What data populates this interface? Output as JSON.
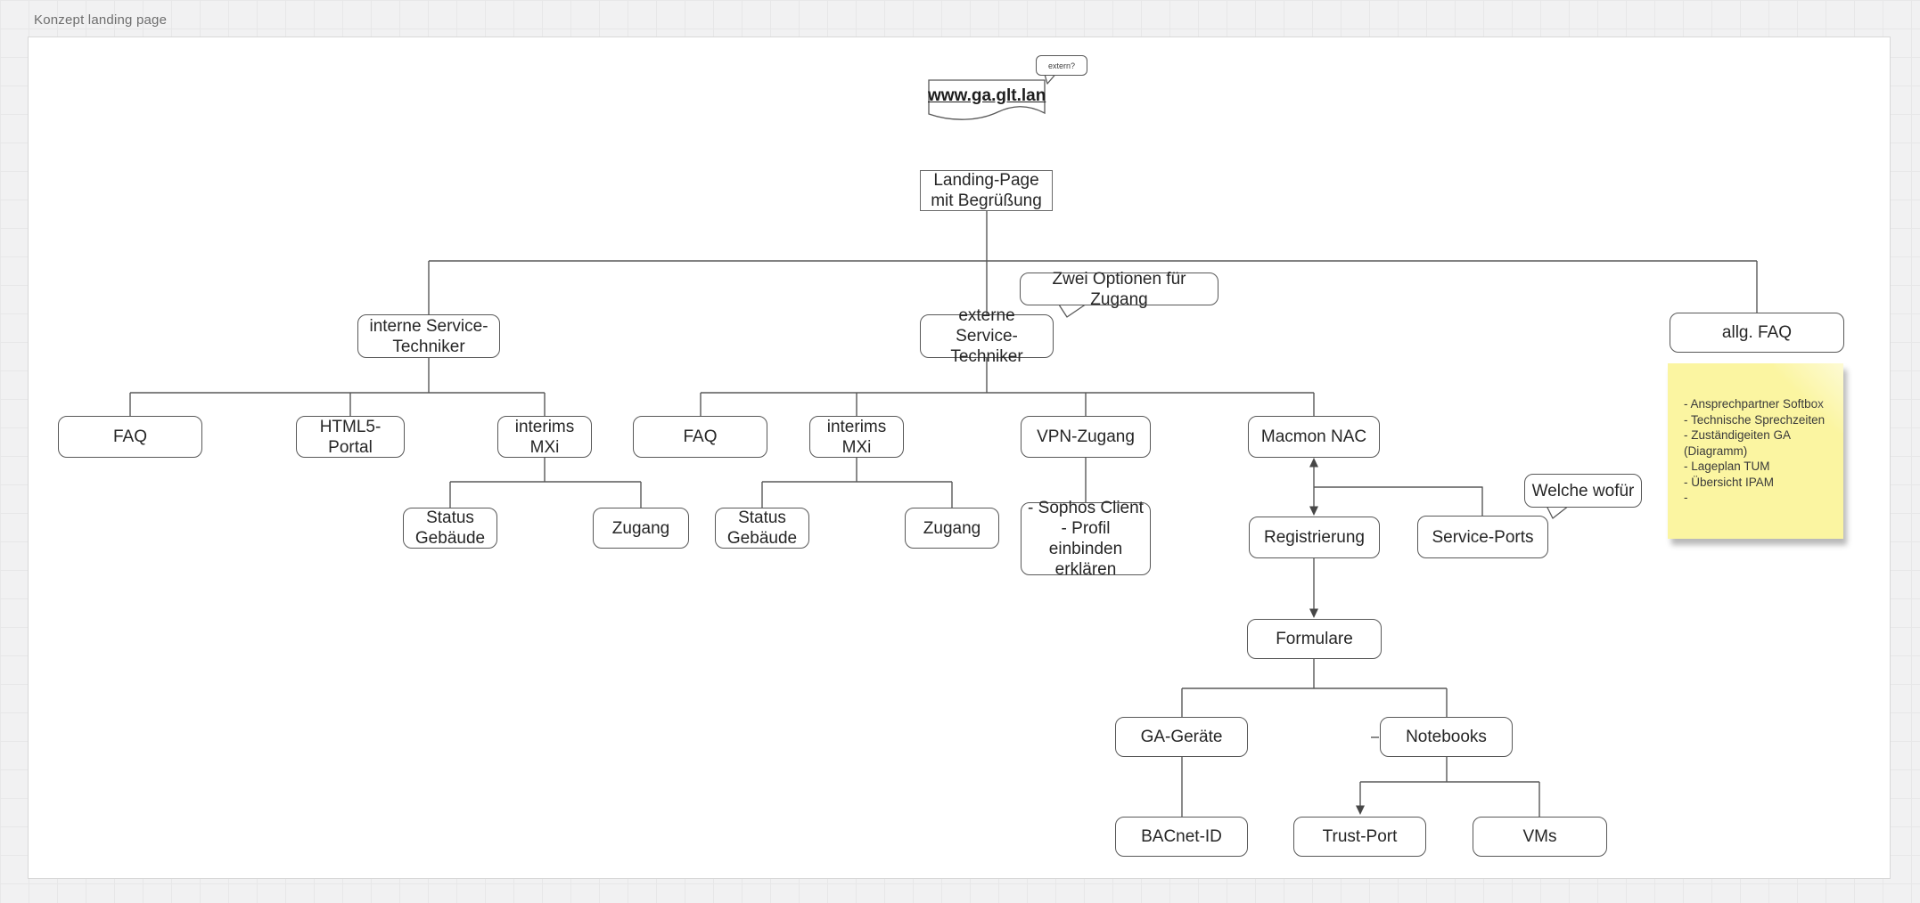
{
  "page": {
    "title": "Konzept landing page"
  },
  "colors": {
    "note_bg": "#fbf5a1",
    "stroke": "#585858",
    "canvas_bg": "#ffffff",
    "page_bg": "#f1f1f2"
  },
  "bubble": {
    "label": "extern?"
  },
  "document": {
    "label": "www.ga.glt.lan"
  },
  "callouts": {
    "zwei": "Zwei Optionen für Zugang",
    "welche": "Welche wofür"
  },
  "nodes": {
    "landing": "Landing-Page mit Begrüßung",
    "interne": "interne Service-Techniker",
    "externe": "externe Service-Techniker",
    "allg_faq": "allg. FAQ",
    "faq_left": "FAQ",
    "html5_portal": "HTML5-Portal",
    "mxi_left": "interims MXi",
    "faq_mid": "FAQ",
    "mxi_mid": "interims MXi",
    "vpn": "VPN-Zugang",
    "macmon": "Macmon NAC",
    "status_left": "Status Gebäude",
    "zugang_left": "Zugang",
    "status_mid": "Status Gebäude",
    "zugang_mid": "Zugang",
    "sophos": "- Sophos Client\n- Profil einbinden erklären",
    "registrierung": "Registrierung",
    "service_ports": "Service-Ports",
    "formulare": "Formulare",
    "ga_geraete": "GA-Geräte",
    "notebooks": "Notebooks",
    "bacnet_id": "BACnet-ID",
    "trust_port": "Trust-Port",
    "vms": "VMs"
  },
  "note": {
    "text": "- Ansprechpartner Softbox\n- Technische Sprechzeiten\n- Zuständigeiten GA (Diagramm)\n- Lageplan TUM\n- Übersicht IPAM\n-"
  }
}
